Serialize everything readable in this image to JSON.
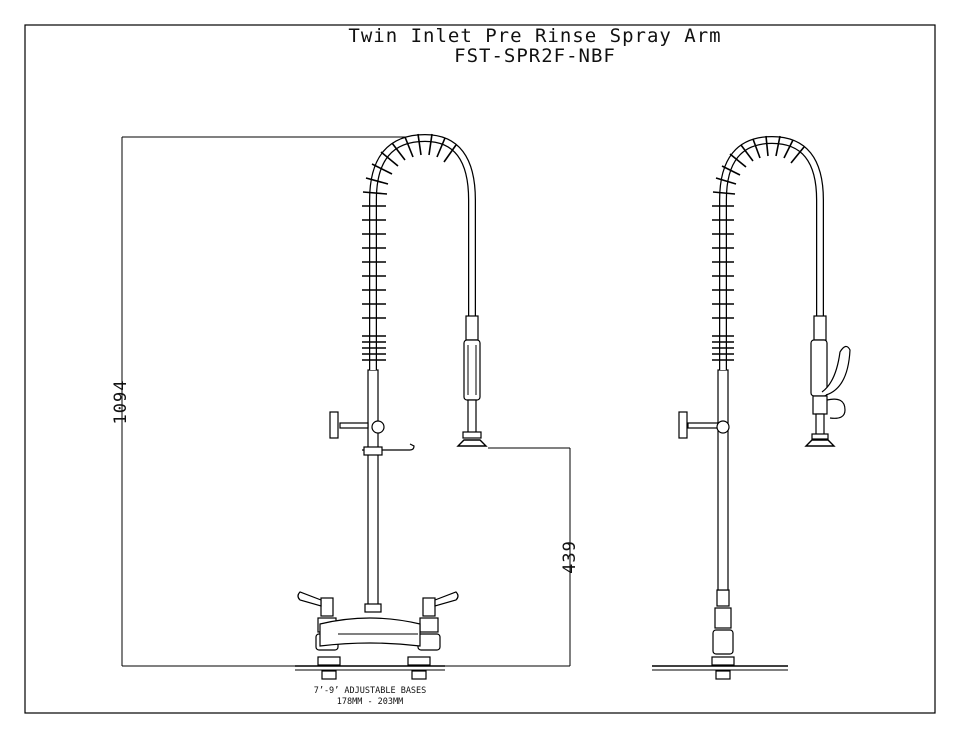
{
  "drawing": {
    "title": "Twin Inlet Pre Rinse Spray Arm",
    "model": "FST-SPR2F-NBF",
    "dimensions": {
      "overall_height": "1094",
      "spray_head_height": "439"
    },
    "base_note": {
      "line1": "7’-9’ ADJUSTABLE BASES",
      "line2": "178MM - 203MM"
    }
  },
  "colors": {
    "line": "#000000",
    "background": "#ffffff"
  },
  "icons": [
    "front-view-faucet-icon",
    "side-view-faucet-icon"
  ]
}
